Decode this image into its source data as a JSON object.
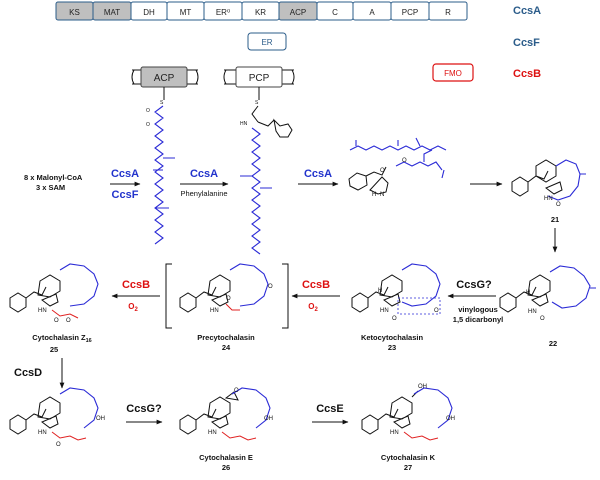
{
  "colors": {
    "pks_blue": "#2b5c8a",
    "grey_domain": "#bfbfbf",
    "enzyme_blue": "#2233cc",
    "enzyme_red": "#dd1111",
    "chain_blue": "#2b2bd6",
    "ester_red": "#e02020"
  },
  "gene_cluster": {
    "ccsA_domains": [
      "KS",
      "MAT",
      "DH",
      "MT",
      "ER⁰",
      "KR",
      "ACP",
      "C",
      "A",
      "PCP",
      "R"
    ],
    "ccsA_label": "CcsA",
    "ccsF_domain": "ER",
    "ccsF_label": "CcsF",
    "ccsB_domain": "FMO",
    "ccsB_label": "CcsB"
  },
  "carriers": {
    "acp": "ACP",
    "pcp": "PCP"
  },
  "precursors": {
    "line1": "8 x Malonyl-CoA",
    "line2": "3 x SAM"
  },
  "steps": {
    "s1_top": "CcsA",
    "s1_bottom": "CcsF",
    "s2_top": "CcsA",
    "s2_bottom": "Phenylalanine",
    "s3_top": "CcsA",
    "ccsG_q": "CcsG?",
    "vinylogous_1": "vinylogous",
    "vinylogous_2": "1,5 dicarbonyl",
    "ccsB_1": "CcsB",
    "o2_1": "O",
    "o2_1_sub": "2",
    "ccsB_2": "CcsB",
    "o2_2": "O",
    "o2_2_sub": "2",
    "ccsD": "CcsD",
    "ccsG_q2": "CcsG?",
    "ccsE": "CcsE"
  },
  "compounds": {
    "c21": "21",
    "c22": "22",
    "c23_name": "Ketocytochalasin",
    "c23": "23",
    "c24_name": "Precytochalasin",
    "c24": "24",
    "c25_name": "Cytochalasin Z",
    "c25_sub": "16",
    "c25": "25",
    "c26_name": "Cytochalasin E",
    "c26": "26",
    "c27_name": "Cytochalasin K",
    "c27": "27"
  },
  "atoms": {
    "O": "O",
    "H": "H",
    "N": "N",
    "S": "S",
    "HN": "HN",
    "OH": "OH"
  }
}
